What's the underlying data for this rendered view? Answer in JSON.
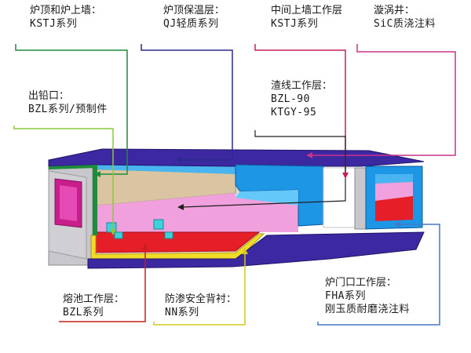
{
  "labels": {
    "furnace_roof_wall": {
      "line1": "炉顶和炉上墙：",
      "line2": "KSTJ系列"
    },
    "roof_insulation": {
      "line1": "炉顶保温层：",
      "line2": "QJ轻质系列"
    },
    "mid_upper_wall": {
      "line1": "中间上墙工作层",
      "line2": "KSTJ系列"
    },
    "vortex_well": {
      "line1": "漩涡井：",
      "line2": "SiC质浇注料"
    },
    "lead_outlet": {
      "line1": "出铅口：",
      "line2": "BZL系列/预制件"
    },
    "slag_line": {
      "line1": "渣线工作层：",
      "line2": "BZL-90",
      "line3": "KTGY-95"
    },
    "melt_pool": {
      "line1": "熔池工作层：",
      "line2": "BZL系列"
    },
    "anti_seep": {
      "line1": "防渗安全背衬：",
      "line2": "NN系列"
    },
    "furnace_door": {
      "line1": "炉门口工作层：",
      "line2": "FHA系列",
      "line3": "刚玉质耐磨浇注料"
    }
  },
  "colors": {
    "furnace_roof_wall": "#1e8c3a",
    "roof_insulation": "#2b2b8c",
    "mid_upper_wall": "#c81e5a",
    "vortex_well": "#c8328c",
    "lead_outlet": "#8cc83c",
    "slag_line": "#1e1e1e",
    "melt_pool": "#c81e1e",
    "anti_seep": "#d2c81e",
    "furnace_door": "#4678c8",
    "roof_purple": "#3c28a0",
    "blue_wall": "#1e96e6",
    "pink_fill": "#f0a0dc",
    "red_pool": "#e61e28",
    "yellow_liner": "#f0dc28",
    "grey_shell": "#c8c8cc",
    "lime_layer": "#b4dc3c"
  }
}
